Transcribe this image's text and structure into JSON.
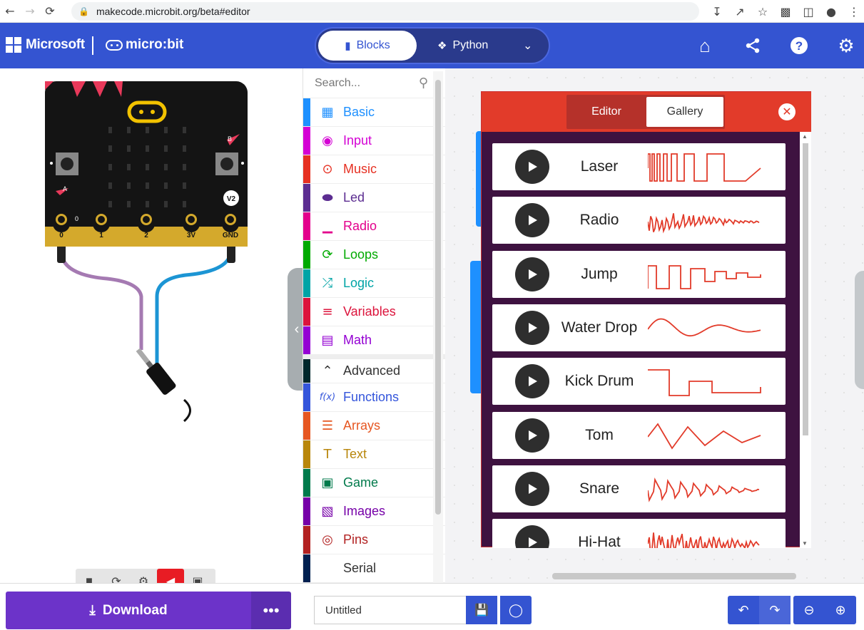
{
  "browser": {
    "url": "makecode.microbit.org/beta#editor"
  },
  "header": {
    "ms_brand": "Microsoft",
    "product": "micro:bit",
    "mode_blocks": "Blocks",
    "mode_python": "Python"
  },
  "sim": {
    "pins": [
      "0",
      "1",
      "2",
      "3V",
      "GND"
    ],
    "version": "V2",
    "button_a": "A",
    "button_b": "B",
    "pin_zero_label": "0"
  },
  "toolbox": {
    "search_placeholder": "Search...",
    "categories": [
      {
        "label": "Basic",
        "color": "#1e90ff",
        "icon": "▦"
      },
      {
        "label": "Input",
        "color": "#d400d4",
        "icon": "◉"
      },
      {
        "label": "Music",
        "color": "#e63022",
        "icon": "⊙"
      },
      {
        "label": "Led",
        "color": "#5c2d91",
        "icon": "⬬"
      },
      {
        "label": "Radio",
        "color": "#e3008c",
        "icon": "▁"
      },
      {
        "label": "Loops",
        "color": "#00aa00",
        "icon": "⟳"
      },
      {
        "label": "Logic",
        "color": "#00a4a6",
        "icon": "⤮"
      },
      {
        "label": "Variables",
        "color": "#dc143c",
        "icon": "≡"
      },
      {
        "label": "Math",
        "color": "#9400d3",
        "icon": "▤"
      }
    ],
    "advanced_label": "Advanced",
    "advanced_categories": [
      {
        "label": "Functions",
        "color": "#3455db",
        "icon": "f(x)"
      },
      {
        "label": "Arrays",
        "color": "#e65722",
        "icon": "☰"
      },
      {
        "label": "Text",
        "color": "#b8860b",
        "icon": "T"
      },
      {
        "label": "Game",
        "color": "#007a4b",
        "icon": "▣"
      },
      {
        "label": "Images",
        "color": "#7600a8",
        "icon": "▧"
      },
      {
        "label": "Pins",
        "color": "#b22222",
        "icon": "◎"
      },
      {
        "label": "Serial",
        "color": "#002050",
        "icon": ""
      }
    ]
  },
  "gallery": {
    "tab_editor": "Editor",
    "tab_gallery": "Gallery",
    "items": [
      {
        "name": "Laser"
      },
      {
        "name": "Radio"
      },
      {
        "name": "Jump"
      },
      {
        "name": "Water Drop"
      },
      {
        "name": "Kick Drum"
      },
      {
        "name": "Tom"
      },
      {
        "name": "Snare"
      },
      {
        "name": "Hi-Hat"
      }
    ]
  },
  "bottom": {
    "download_label": "Download",
    "project_name": "Untitled"
  },
  "colors": {
    "header_blue": "#3454d1",
    "download_purple": "#6c33c9",
    "gallery_red": "#e23b2a",
    "gallery_bg": "#3e1240",
    "mute_red": "#e81c24",
    "wave_red": "#e23b2a"
  }
}
